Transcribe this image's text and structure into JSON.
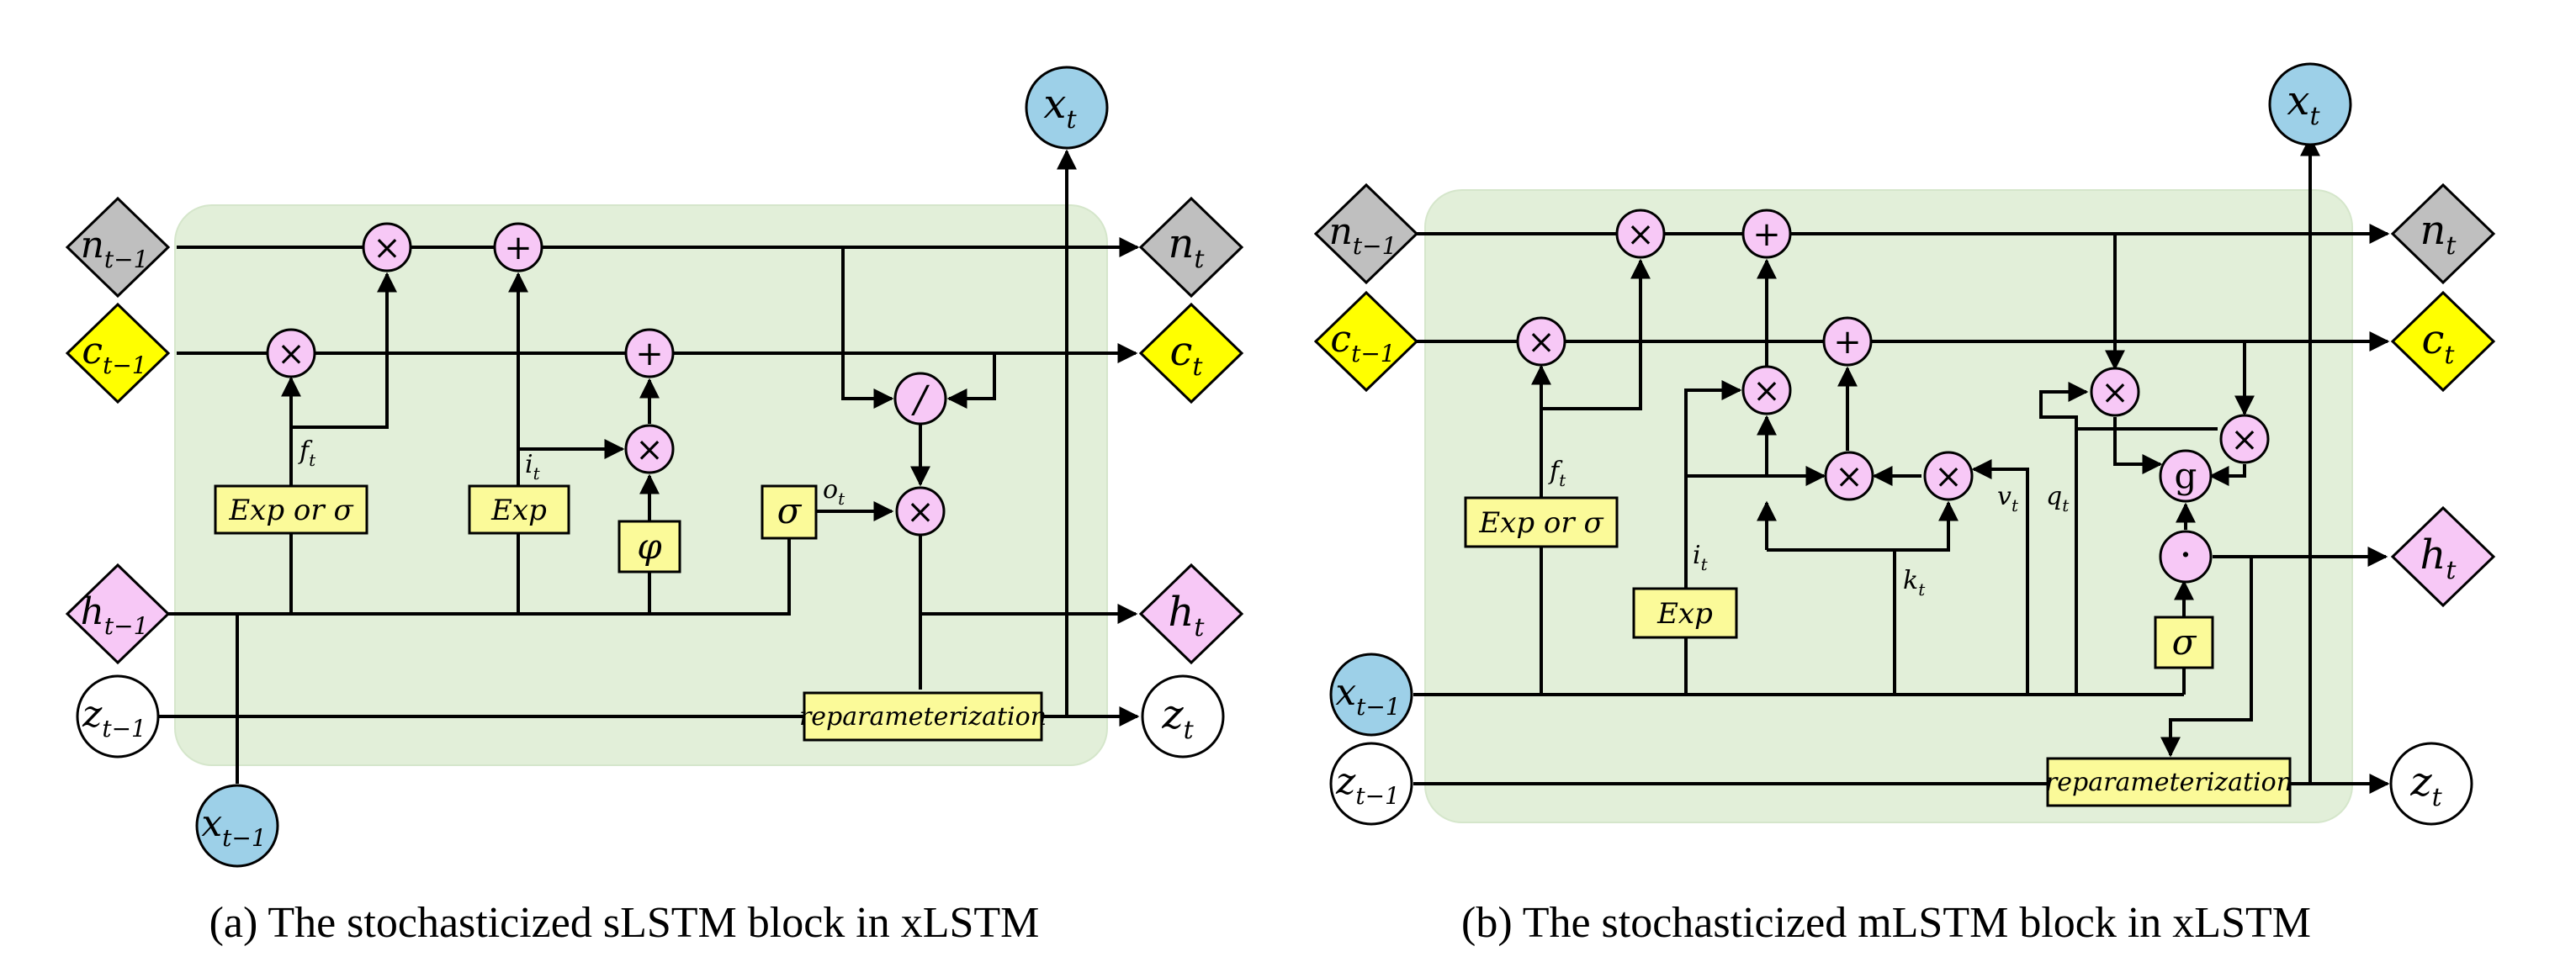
{
  "panel_a": {
    "caption": "(a) The stochasticized sLSTM block in xLSTM",
    "inputs": {
      "n_prev": {
        "base": "n",
        "sub": "t−1"
      },
      "c_prev": {
        "base": "c",
        "sub": "t−1"
      },
      "h_prev": {
        "base": "h",
        "sub": "t−1"
      },
      "z_prev": {
        "base": "z",
        "sub": "t−1"
      },
      "x_prev": {
        "base": "x",
        "sub": "t−1"
      }
    },
    "outputs": {
      "x_t": {
        "base": "x",
        "sub": "t"
      },
      "n_t": {
        "base": "n",
        "sub": "t"
      },
      "c_t": {
        "base": "c",
        "sub": "t"
      },
      "h_t": {
        "base": "h",
        "sub": "t"
      },
      "z_t": {
        "base": "z",
        "sub": "t"
      }
    },
    "boxes": {
      "forget_act": "Exp or σ",
      "input_act": "Exp",
      "phi": "φ",
      "sigma": "σ",
      "reparam": "reparameterization"
    },
    "ops": {
      "mul": "×",
      "add": "+",
      "div": "/"
    },
    "gate_labels": {
      "f": {
        "base": "f",
        "sub": "t"
      },
      "i": {
        "base": "i",
        "sub": "t"
      },
      "o": {
        "base": "o",
        "sub": "t"
      }
    }
  },
  "panel_b": {
    "caption": "(b) The stochasticized mLSTM block in xLSTM",
    "inputs": {
      "n_prev": {
        "base": "n",
        "sub": "t−1"
      },
      "c_prev": {
        "base": "c",
        "sub": "t−1"
      },
      "x_prev": {
        "base": "x",
        "sub": "t−1"
      },
      "z_prev": {
        "base": "z",
        "sub": "t−1"
      }
    },
    "outputs": {
      "x_t": {
        "base": "x",
        "sub": "t"
      },
      "n_t": {
        "base": "n",
        "sub": "t"
      },
      "c_t": {
        "base": "c",
        "sub": "t"
      },
      "h_t": {
        "base": "h",
        "sub": "t"
      },
      "z_t": {
        "base": "z",
        "sub": "t"
      }
    },
    "boxes": {
      "forget_act": "Exp or σ",
      "input_act": "Exp",
      "sigma": "σ",
      "reparam": "reparameterization"
    },
    "ops": {
      "mul": "×",
      "add": "+",
      "g": "g",
      "dot": "·"
    },
    "gate_labels": {
      "f": {
        "base": "f",
        "sub": "t"
      },
      "i": {
        "base": "i",
        "sub": "t"
      },
      "k": {
        "base": "k",
        "sub": "t"
      },
      "v": {
        "base": "v",
        "sub": "t"
      },
      "q": {
        "base": "q",
        "sub": "t"
      }
    }
  }
}
